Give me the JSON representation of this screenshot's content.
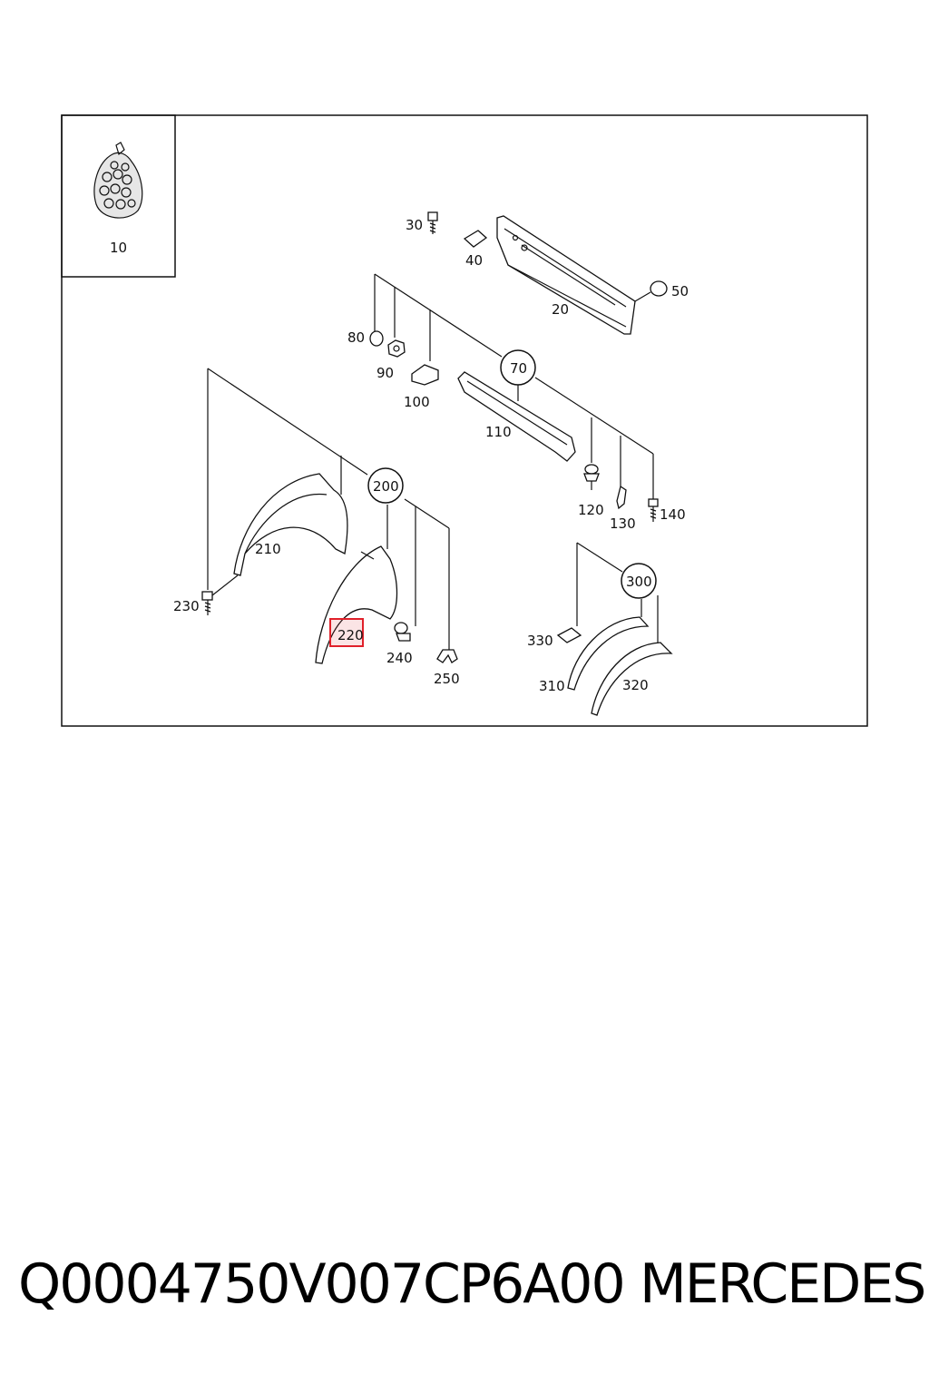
{
  "diagram": {
    "inset_label": "10",
    "labels": {
      "p20": "20",
      "p30": "30",
      "p40": "40",
      "p50": "50",
      "p80": "80",
      "p90": "90",
      "p100": "100",
      "p110": "110",
      "p120": "120",
      "p130": "130",
      "p140": "140",
      "p210": "210",
      "p220": "220",
      "p230": "230",
      "p240": "240",
      "p250": "250",
      "p310": "310",
      "p320": "320",
      "p330": "330"
    },
    "callouts": {
      "c70": "70",
      "c200": "200",
      "c300": "300"
    },
    "highlighted_part": "220",
    "highlight_color": "#e0202a"
  },
  "footer": {
    "part_number": "Q0004750V007CP6A00",
    "brand": "MERCEDES"
  }
}
